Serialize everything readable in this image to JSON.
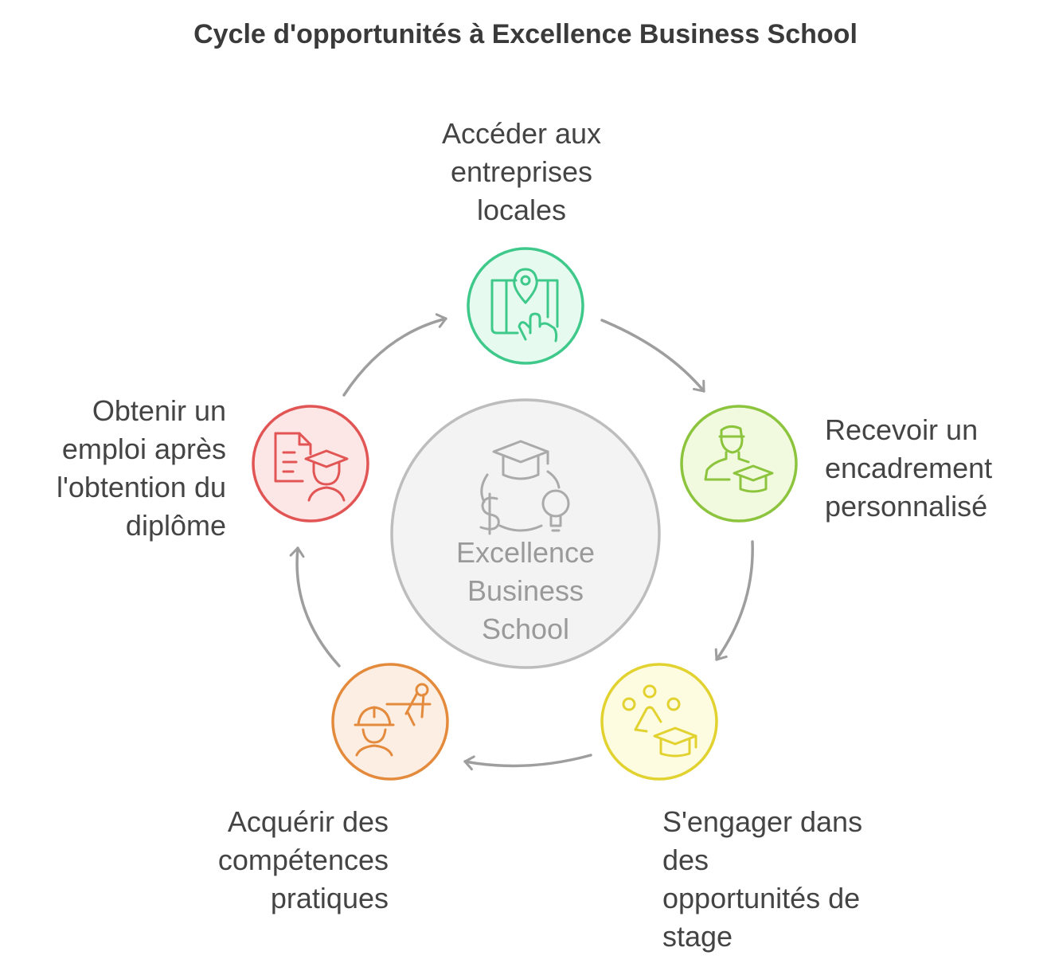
{
  "title": "Cycle d'opportunités à Excellence Business School",
  "center": {
    "lines": [
      "Excellence",
      "Business",
      "School"
    ],
    "icon": "graduation-cycle-icon",
    "fill": "#f3f3f3",
    "stroke": "#bdbdbd"
  },
  "steps": [
    {
      "lines": [
        "Accéder aux",
        "entreprises",
        "locales"
      ],
      "icon": "map-pin-touch-icon",
      "fill": "#e6faf0",
      "stroke": "#3ec98a"
    },
    {
      "lines": [
        "Recevoir un",
        "encadrement",
        "personnalisé"
      ],
      "icon": "mentor-graduate-icon",
      "fill": "#f1fadf",
      "stroke": "#8cc43d"
    },
    {
      "lines": [
        "S'engager dans",
        "des",
        "opportunités de",
        "stage"
      ],
      "icon": "internship-graduate-icon",
      "fill": "#fdfbe0",
      "stroke": "#e2d230"
    },
    {
      "lines": [
        "Acquérir des",
        "compétences",
        "pratiques"
      ],
      "icon": "engineer-compass-icon",
      "fill": "#fdeee3",
      "stroke": "#e48a3c"
    },
    {
      "lines": [
        "Obtenir un",
        "emploi après",
        "l'obtention du",
        "diplôme"
      ],
      "icon": "diploma-graduate-icon",
      "fill": "#fde6e6",
      "stroke": "#e25555"
    }
  ],
  "arrow_color": "#9e9e9e"
}
